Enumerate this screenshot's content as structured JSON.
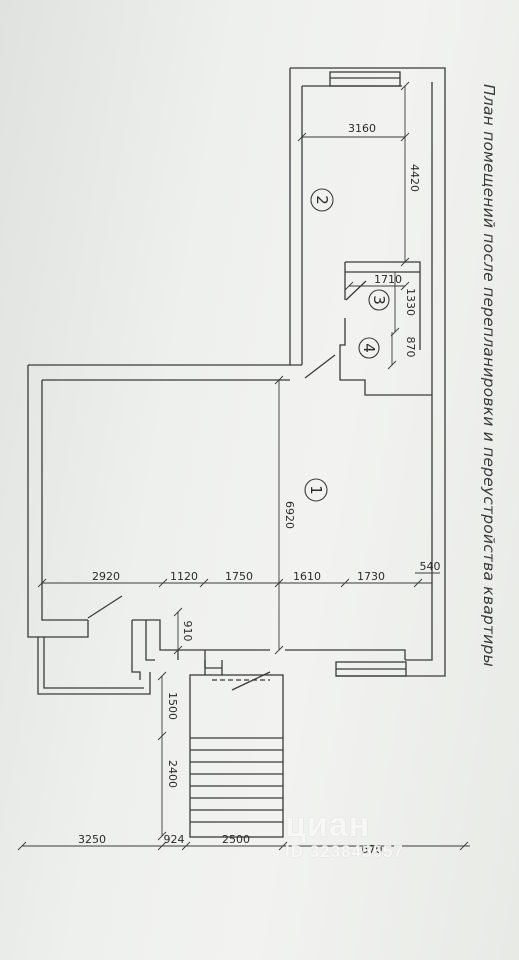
{
  "title": "План помещений после перепланировки и переустройства квартиры",
  "rooms": [
    {
      "label": "1"
    },
    {
      "label": "2"
    },
    {
      "label": "3"
    },
    {
      "label": "4"
    }
  ],
  "dimensions": {
    "room2_width": "3160",
    "room2_length": "4420",
    "room3_width": "1710",
    "room3_length": "1330",
    "room4_length": "870",
    "room1_length": "6920",
    "seg1": "2920",
    "seg2": "1120",
    "seg3": "1750",
    "seg4": "1610",
    "seg5": "1730",
    "seg6": "540",
    "entry_width": "910",
    "stair_upper": "1500",
    "stair_lower": "2400",
    "bottom_left": "3250",
    "bottom_924": "924",
    "bottom_2500": "2500",
    "bottom_670": "670"
  },
  "watermark": {
    "brand": "циан",
    "id": "ID 323845557"
  }
}
